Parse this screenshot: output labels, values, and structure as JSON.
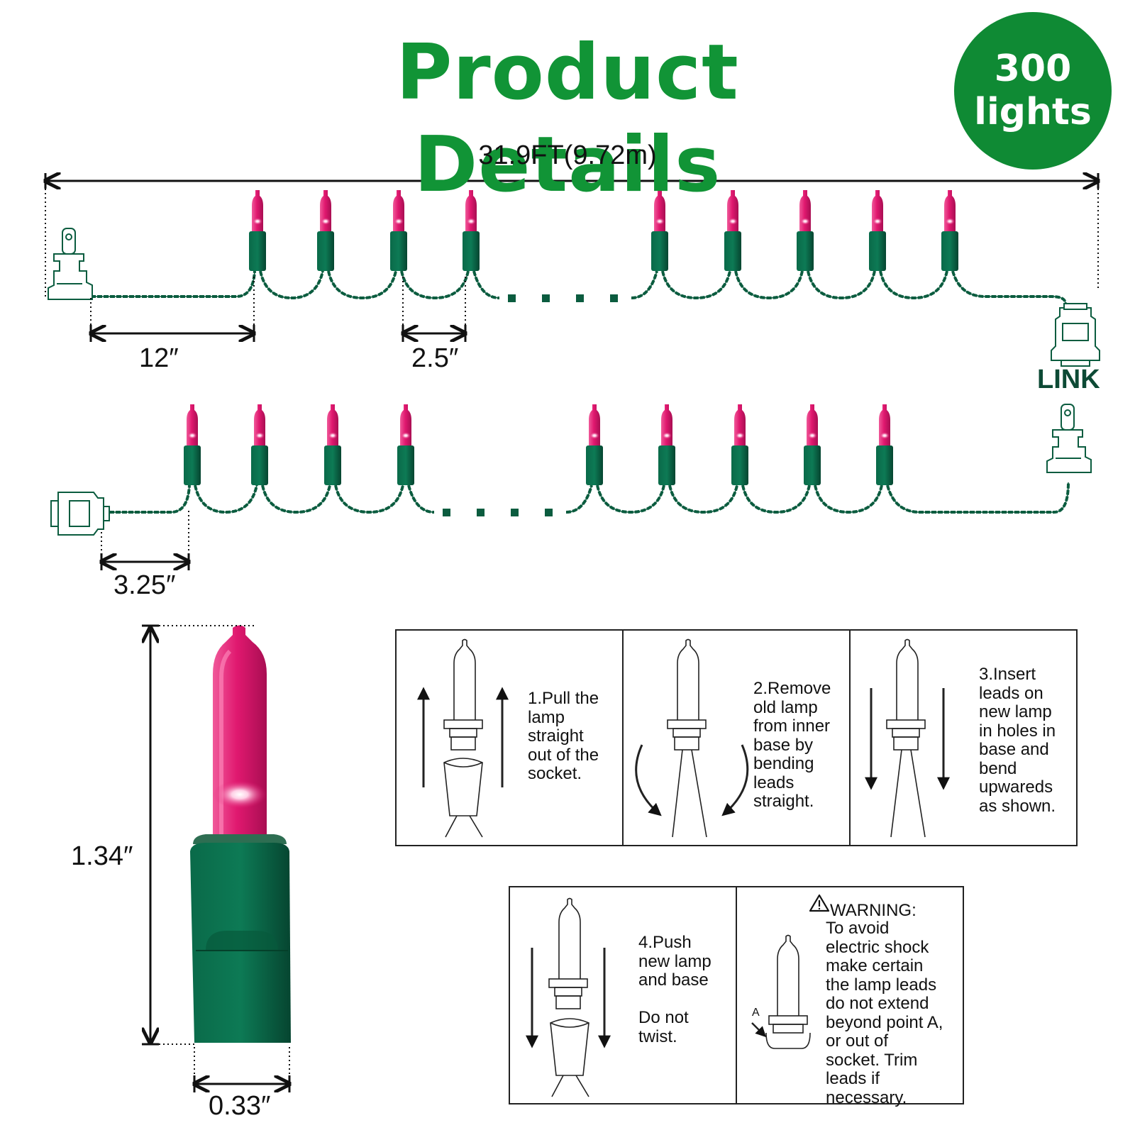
{
  "header": {
    "title": "Product Details",
    "badge_line1": "300",
    "badge_line2": "lights"
  },
  "dimensions": {
    "total_length": "31.9FT(9.72m)",
    "lead_length": "12″",
    "bulb_spacing": "2.5″",
    "end_lead_length": "3.25″",
    "bulb_height": "1.34″",
    "bulb_width": "0.33″"
  },
  "connector_label": "LINK",
  "instructions": {
    "step1": "1.Pull the\nlamp\nstraight\nout of the\nsocket.",
    "step2": "2.Remove\nold lamp\nfrom inner\nbase by\nbending\nleads\nstraight.",
    "step3": "3.Insert\nleads on\nnew lamp\nin holes in\nbase and\nbend\nupwareds\nas shown.",
    "step4": "4.Push\nnew lamp\nand base\n\nDo not\ntwist.",
    "warning_title": "WARNING:",
    "warning_text": "To avoid\nelectric shock\nmake certain\nthe lamp leads\ndo not extend\nbeyond point A,\nor out of\nsocket. Trim\nleads if\nnecessary.",
    "point_label": "A"
  },
  "colors": {
    "title_green": "#119436",
    "badge_green": "#0f8a34",
    "wire_green": "#0b5c3f",
    "bulb_pink": "#e0186f",
    "link_text": "#0d4a35"
  },
  "icons": {
    "plug": "plug-icon",
    "socket": "socket-icon",
    "warning": "warning-triangle-icon"
  }
}
